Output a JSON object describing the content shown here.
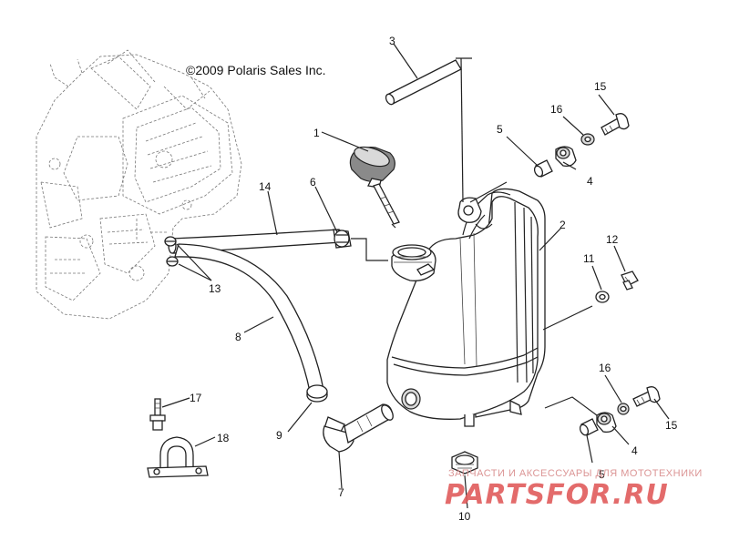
{
  "copyright": "©2009 Polaris Sales Inc.",
  "watermark": {
    "tagline": "ЗАПЧАСТИ И АКСЕССУАРЫ ДЛЯ МОТОТЕХНИКИ",
    "brand": "PARTSFOR.RU"
  },
  "callouts": {
    "c1": "1",
    "c2": "2",
    "c3": "3",
    "c4a": "4",
    "c4b": "4",
    "c5a": "5",
    "c5b": "5",
    "c6": "6",
    "c7": "7",
    "c8": "8",
    "c9": "9",
    "c10": "10",
    "c11": "11",
    "c12": "12",
    "c13": "13",
    "c14": "14",
    "c15a": "15",
    "c15b": "15",
    "c16a": "16",
    "c16b": "16",
    "c17": "17",
    "c18": "18"
  }
}
